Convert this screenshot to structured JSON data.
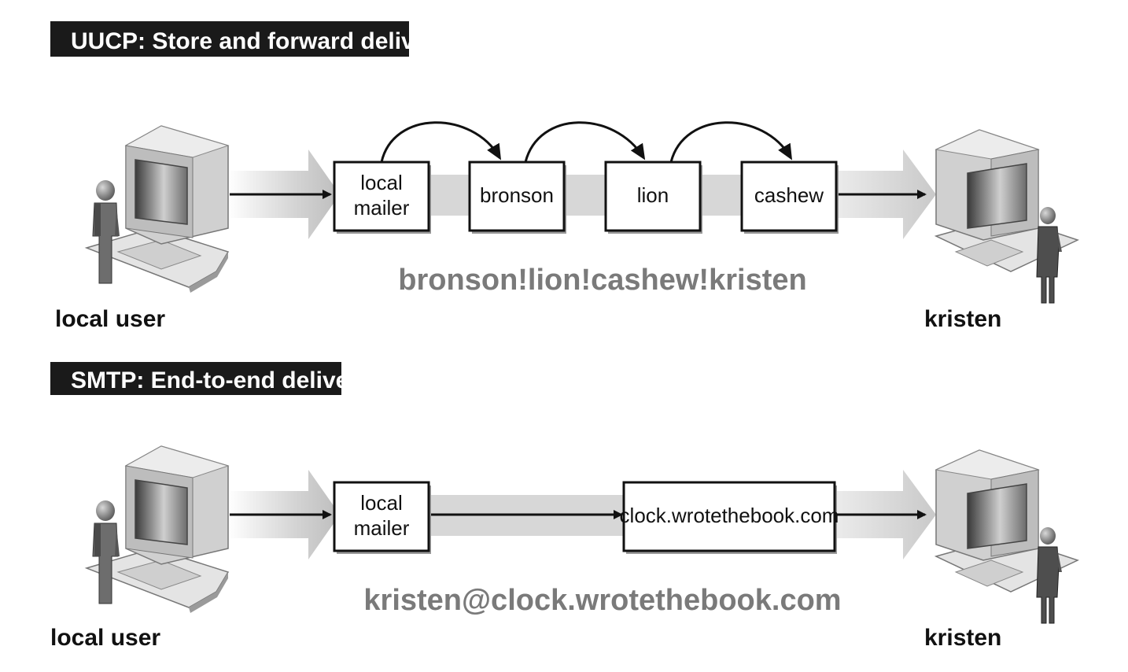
{
  "uucp": {
    "title": "UUCP: Store and forward delivery",
    "sender_label": "local user",
    "recipient_label": "kristen",
    "hops": [
      {
        "line1": "local",
        "line2": "mailer"
      },
      {
        "line1": "bronson"
      },
      {
        "line1": "lion"
      },
      {
        "line1": "cashew"
      }
    ],
    "address": "bronson!lion!cashew!kristen"
  },
  "smtp": {
    "title": "SMTP: End-to-end delivery",
    "sender_label": "local user",
    "recipient_label": "kristen",
    "mailer": {
      "line1": "local",
      "line2": "mailer"
    },
    "server": "clock.wrotethebook.com",
    "address": "kristen@clock.wrotethebook.com"
  }
}
